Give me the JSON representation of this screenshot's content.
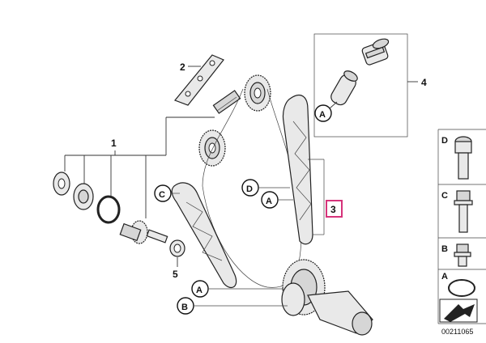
{
  "callouts": {
    "item1": "1",
    "item2": "2",
    "item3": "3",
    "item4": "4",
    "item5": "5",
    "letter_a": "A",
    "letter_b": "B",
    "letter_c": "C",
    "letter_d": "D"
  },
  "legend": {
    "d": "D",
    "c": "C",
    "b": "B",
    "a": "A"
  },
  "diagram_id": "00211065",
  "colors": {
    "highlight": "#d6337a",
    "line": "#333333",
    "part_fill": "#e9e9e9"
  }
}
